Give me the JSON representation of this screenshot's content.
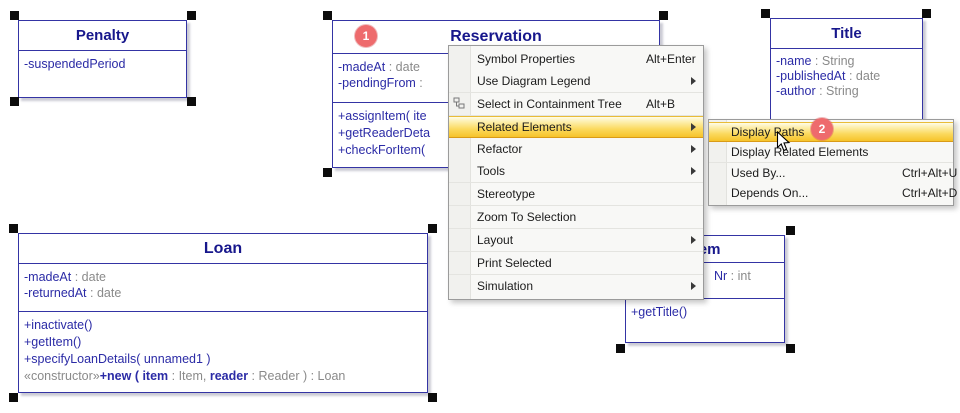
{
  "app": "UML class diagram editor",
  "colors": {
    "class_border": "#3434a4",
    "class_title_text": "#17178c",
    "member_text": "#2b2ba6",
    "type_text": "#8a8a8a",
    "menu_highlight": "#fbd95e",
    "badge": "#ee6b6d"
  },
  "classes": [
    {
      "id": "penalty",
      "name": "Penalty",
      "attributes": [
        [
          {
            "t": "-suspendedPeriod"
          }
        ]
      ],
      "operations": []
    },
    {
      "id": "reservation",
      "name": "Reservation",
      "badge": "1",
      "attributes": [
        [
          {
            "t": "-madeAt"
          },
          {
            "t": " : date",
            "muted": true
          }
        ],
        [
          {
            "t": "-pendingFrom"
          },
          {
            "t": " :",
            "muted": true
          }
        ]
      ],
      "operations": [
        [
          {
            "t": "+assignItem( ite"
          }
        ],
        [
          {
            "t": "+getReaderDeta"
          }
        ],
        [
          {
            "t": "+checkForItem("
          }
        ]
      ]
    },
    {
      "id": "title",
      "name": "Title",
      "attributes": [
        [
          {
            "t": "-name"
          },
          {
            "t": " : String",
            "muted": true
          }
        ],
        [
          {
            "t": "-publishedAt"
          },
          {
            "t": " : date",
            "muted": true
          }
        ],
        [
          {
            "t": "-author"
          },
          {
            "t": " : String",
            "muted": true
          }
        ]
      ],
      "operations": []
    },
    {
      "id": "loan",
      "name": "Loan",
      "attributes": [
        [
          {
            "t": "-madeAt"
          },
          {
            "t": " : date",
            "muted": true
          }
        ],
        [
          {
            "t": "-returnedAt"
          },
          {
            "t": " : date",
            "muted": true
          }
        ]
      ],
      "operations": [
        [
          {
            "t": "+inactivate()"
          }
        ],
        [
          {
            "t": "+getItem()"
          }
        ],
        [
          {
            "t": "+specifyLoanDetails( unnamed1 )"
          }
        ],
        [
          {
            "t": "«constructor»",
            "muted": true
          },
          {
            "t": "+new ( item",
            "bold": true
          },
          {
            "t": " : Item, ",
            "muted": true
          },
          {
            "t": "reader",
            "bold": true
          },
          {
            "t": " : Reader ) : Loan",
            "muted": true
          }
        ]
      ]
    },
    {
      "id": "item",
      "name": "Item",
      "attributes": [
        [
          {
            "t": "Nr"
          },
          {
            "t": " : int",
            "muted": true
          }
        ]
      ],
      "operations": [
        [
          {
            "t": "+getTitle()"
          }
        ]
      ]
    }
  ],
  "context_menu": {
    "items": [
      {
        "label": "Symbol Properties",
        "shortcut": "Alt+Enter"
      },
      {
        "label": "Use Diagram Legend",
        "submenu": true
      },
      {
        "separator": true
      },
      {
        "label": "Select in Containment Tree",
        "shortcut": "Alt+B",
        "icon": "containment-tree"
      },
      {
        "separator": true
      },
      {
        "label": "Related Elements",
        "submenu": true,
        "highlighted": true
      },
      {
        "label": "Refactor",
        "submenu": true
      },
      {
        "label": "Tools",
        "submenu": true
      },
      {
        "separator": true
      },
      {
        "label": "Stereotype"
      },
      {
        "separator": true
      },
      {
        "label": "Zoom To Selection"
      },
      {
        "separator": true
      },
      {
        "label": "Layout",
        "submenu": true
      },
      {
        "separator": true
      },
      {
        "label": "Print Selected"
      },
      {
        "separator": true
      },
      {
        "label": "Simulation",
        "submenu": true
      }
    ]
  },
  "submenu": {
    "parent": "Related Elements",
    "items": [
      {
        "label": "Display Paths",
        "highlighted": true,
        "badge": "2"
      },
      {
        "label": "Display Related Elements"
      },
      {
        "separator": true
      },
      {
        "label": "Used By...",
        "shortcut": "Ctrl+Alt+U"
      },
      {
        "label": "Depends On...",
        "shortcut": "Ctrl+Alt+D"
      }
    ]
  },
  "step_badges": [
    {
      "number": "1"
    },
    {
      "number": "2"
    }
  ]
}
